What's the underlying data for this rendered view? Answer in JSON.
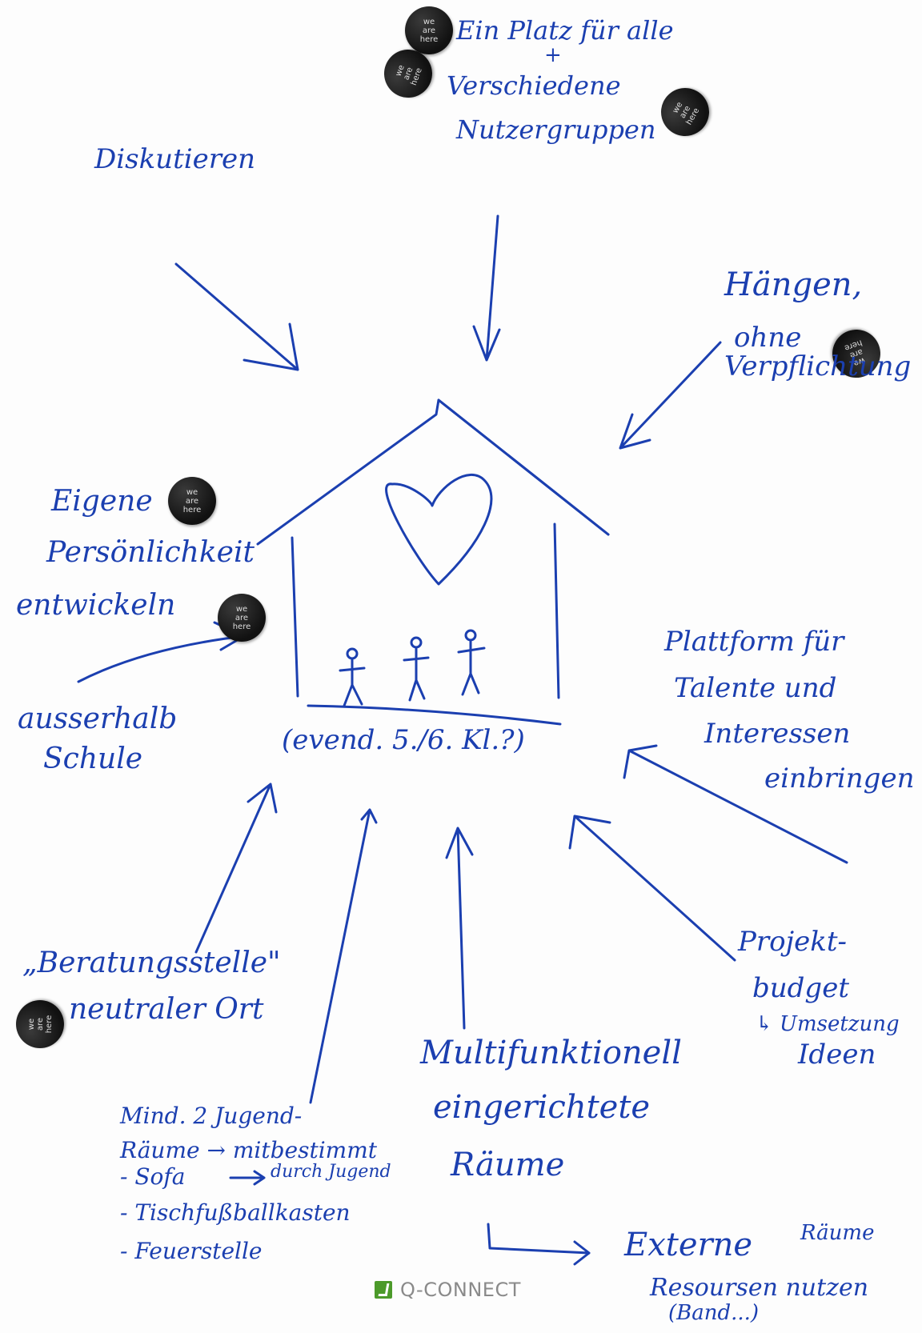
{
  "notes": {
    "center_caption": "(evend. 5./6. Kl.?)",
    "top_center": [
      "Ein Platz für alle",
      "+",
      "Verschiedene",
      "Nutzergruppen"
    ],
    "top_left": "Diskutieren",
    "top_right": [
      "Hängen,",
      "ohne",
      "Verpflichtung"
    ],
    "left": [
      "Eigene",
      "Persönlichkeit",
      "entwickeln"
    ],
    "left_lower": [
      "ausserhalb",
      "Schule"
    ],
    "right": [
      "Plattform für",
      "Talente und",
      "Interessen",
      "einbringen"
    ],
    "bottom_left": [
      "„Beratungsstelle\"",
      "neutraler Ort"
    ],
    "bottom_right": [
      "Projekt-",
      "budget",
      "↳ Umsetzung",
      "Ideen"
    ],
    "bottom_center": [
      "Multifunktionell",
      "eingerichtete",
      "Räume"
    ],
    "bottom_far_left": [
      "Mind. 2 Jugend-",
      "Räume → mitbestimmt",
      "durch Jugend",
      "- Sofa",
      "- Tischfußballkasten",
      "- Feuerstelle"
    ],
    "external": [
      "Externe",
      "Räume",
      "Resoursen nutzen",
      "(Band...)"
    ]
  },
  "sticker_text": "we\nare\nhere",
  "logo": "Q-CONNECT",
  "colors": {
    "ink": "#1b3fb0",
    "sticker": "#111111",
    "logo_green": "#4c9a2a"
  }
}
